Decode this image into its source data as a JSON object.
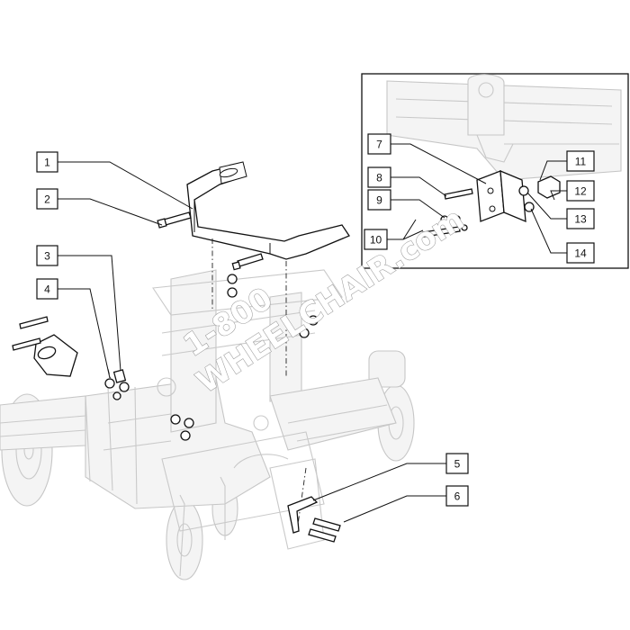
{
  "callouts": [
    {
      "id": "c1",
      "number": "1"
    },
    {
      "id": "c2",
      "number": "2"
    },
    {
      "id": "c3",
      "number": "3"
    },
    {
      "id": "c4",
      "number": "4"
    },
    {
      "id": "c5",
      "number": "5"
    },
    {
      "id": "c6",
      "number": "6"
    },
    {
      "id": "c7",
      "number": "7"
    },
    {
      "id": "c8",
      "number": "8"
    },
    {
      "id": "c9",
      "number": "9"
    },
    {
      "id": "c10",
      "number": "10"
    },
    {
      "id": "c11",
      "number": "11"
    },
    {
      "id": "c12",
      "number": "12"
    },
    {
      "id": "c13",
      "number": "13"
    },
    {
      "id": "c14",
      "number": "14"
    }
  ],
  "watermark": {
    "line1": "1-800",
    "line2": "WHEELCHAIR.com"
  },
  "colors": {
    "line": "#111111",
    "ghost": "#c9c9c9",
    "background": "#ffffff"
  }
}
